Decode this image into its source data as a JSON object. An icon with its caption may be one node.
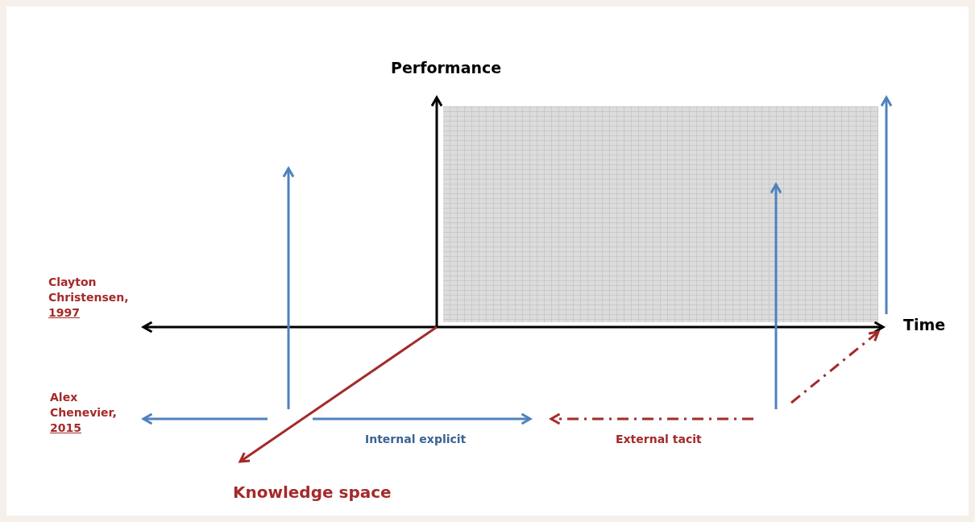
{
  "diagram": {
    "nodes": [
      {
        "text": [],
        "shape": "box"
      }
    ],
    "labels": [
      "Performance",
      "Time",
      "Clayton Christensen, 1997",
      "Alex Chenevier, 2015",
      "Internal explicit",
      "External tacit",
      "Knowledge space"
    ]
  }
}
